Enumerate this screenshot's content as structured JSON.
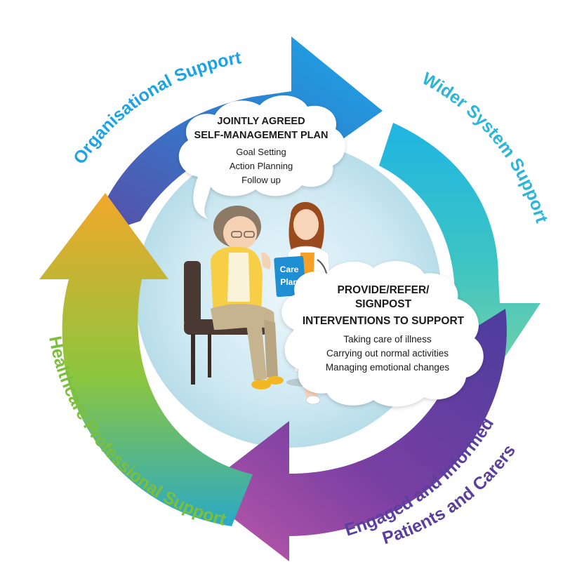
{
  "cycle": {
    "segments": [
      {
        "label": "Organisational Support",
        "color": "#29aee4"
      },
      {
        "label": "Wider System Support",
        "color": "#2fb6d8"
      },
      {
        "label": "Engaged and Informed",
        "color": "#5b3fa0"
      },
      {
        "label": "Patients and Carers",
        "color": "#5b3fa0"
      },
      {
        "label": "Healthcare Professional Support",
        "color": "#7bbf3a"
      }
    ]
  },
  "cloud_top": {
    "title_line1": "JOINTLY AGREED",
    "title_line2": "SELF-MANAGEMENT PLAN",
    "items": [
      "Goal Setting",
      "Action Planning",
      "Follow up"
    ]
  },
  "cloud_bottom": {
    "title_line1": "PROVIDE/REFER/",
    "title_line2": "SIGNPOST",
    "title_line3": "INTERVENTIONS TO SUPPORT",
    "items": [
      "Taking care of illness",
      "Carrying out normal activities",
      "Managing emotional changes"
    ]
  },
  "illustration": {
    "booklet_line1": "Care",
    "booklet_line2": "Plan"
  },
  "colors": {
    "purple": "#6a3a9e",
    "blue": "#1ba3e4",
    "teal": "#49c9c2",
    "green": "#8cc63e",
    "orange": "#f5a623",
    "magenta": "#b054a9"
  }
}
